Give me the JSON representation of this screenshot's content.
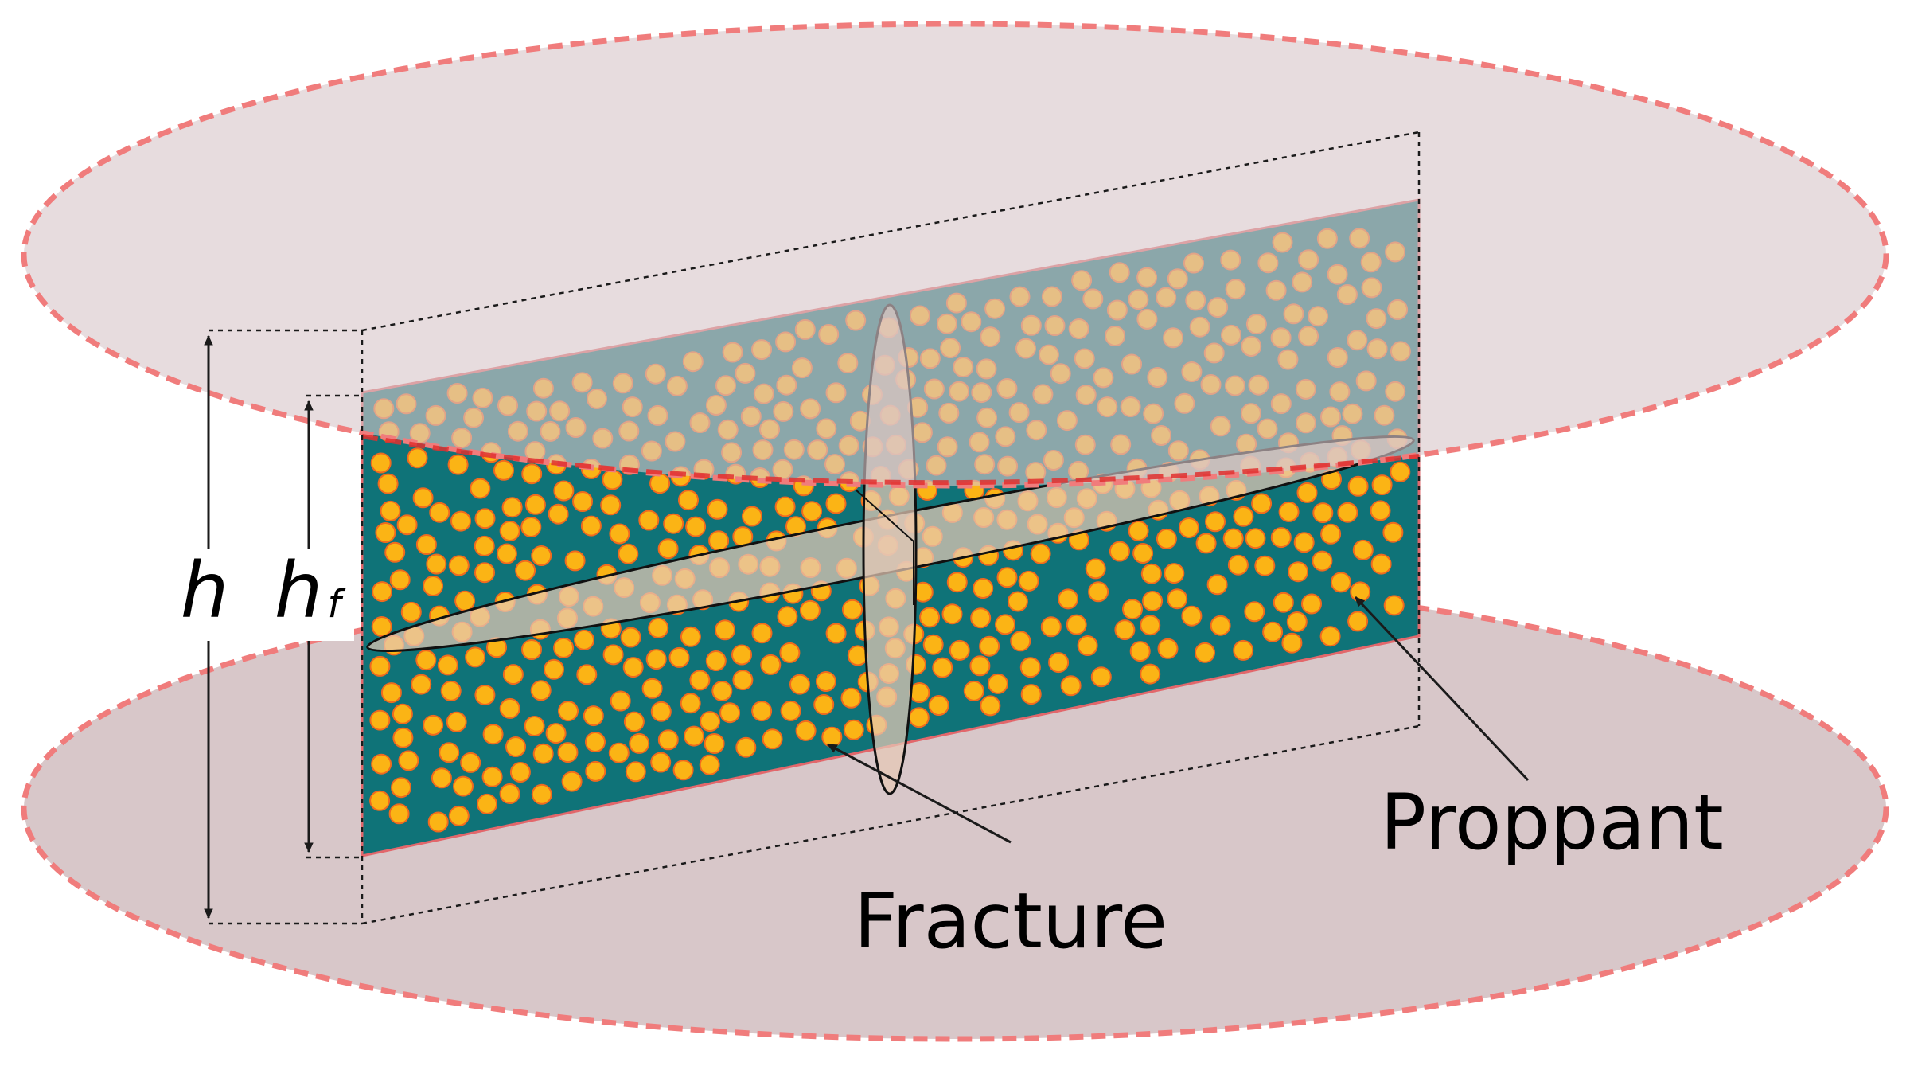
{
  "labels": {
    "h": "h",
    "hf_main": "h",
    "hf_sub": "f",
    "fracture": "Fracture",
    "proppant": "Proppant"
  },
  "colors": {
    "layer_fill": "#d8c7c9",
    "layer_border": "#f07c7c",
    "fracture_fill": "#0f7378",
    "proppant_fill": "#fbb415",
    "proppant_border": "#f06a1e",
    "slot_fill": "#e6c9b5",
    "dashed_line": "#1a1a1a",
    "arrow": "#1a1a1a"
  },
  "icons": [
    "proppant-particle",
    "dimension-arrow",
    "pointer-arrow"
  ]
}
